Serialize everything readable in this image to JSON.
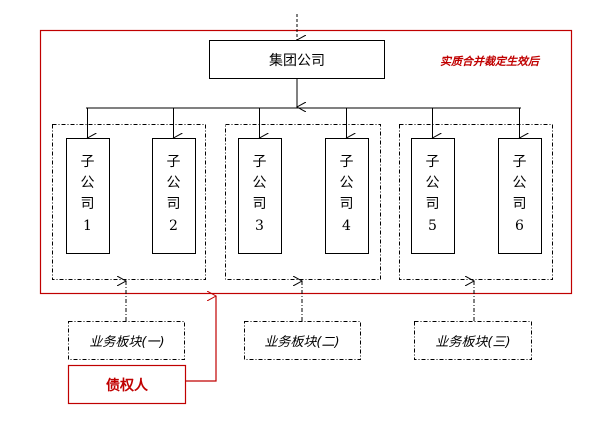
{
  "diagram": {
    "parent_company": "集团公司",
    "consolidation_note": "实质合并裁定生效后",
    "subsidiaries": [
      {
        "label_chars": [
          "子",
          "公",
          "司"
        ],
        "number": "1"
      },
      {
        "label_chars": [
          "子",
          "公",
          "司"
        ],
        "number": "2"
      },
      {
        "label_chars": [
          "子",
          "公",
          "司"
        ],
        "number": "3"
      },
      {
        "label_chars": [
          "子",
          "公",
          "司"
        ],
        "number": "4"
      },
      {
        "label_chars": [
          "子",
          "公",
          "司"
        ],
        "number": "5"
      },
      {
        "label_chars": [
          "子",
          "公",
          "司"
        ],
        "number": "6"
      }
    ],
    "business_segments": [
      {
        "label": "业务板块(一)"
      },
      {
        "label": "业务板块(二)"
      },
      {
        "label": "业务板块(三)"
      }
    ],
    "creditor": "债权人",
    "colors": {
      "red": "#c00000",
      "black": "#000000"
    }
  }
}
